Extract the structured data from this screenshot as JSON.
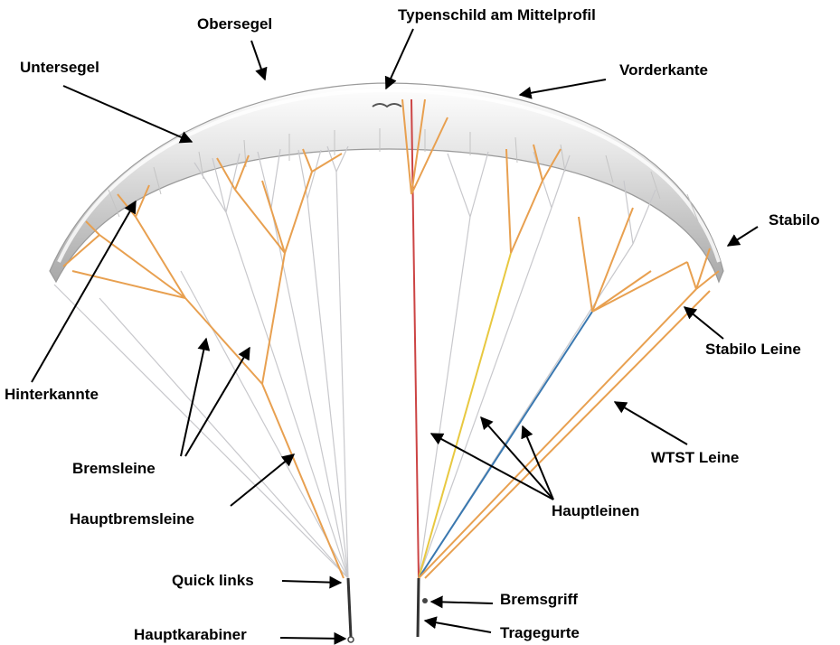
{
  "labels": {
    "obersegel": "Obersegel",
    "typenschild": "Typenschild am Mittelprofil",
    "untersegel": "Untersegel",
    "vorderkante": "Vorderkante",
    "stabilo": "Stabilo",
    "stabilo_leine": "Stabilo Leine",
    "hinterkannte": "Hinterkannte",
    "wtst_leine": "WTST Leine",
    "bremsleine": "Bremsleine",
    "hauptbremsleine": "Hauptbremsleine",
    "hauptleinen": "Hauptleinen",
    "quick_links": "Quick links",
    "bremsgriff": "Bremsgriff",
    "hauptkarabiner": "Hauptkarabiner",
    "tragegurte": "Tragegurte"
  },
  "colors": {
    "brake_lines": "#e8a050",
    "main_line_red": "#cc4444",
    "main_line_yellow": "#e8c840",
    "main_line_blue": "#3a78b0",
    "grey_lines": "#c8c8cc",
    "canopy_top": "#f2f2f2",
    "canopy_bottom": "#b8b8b8"
  }
}
